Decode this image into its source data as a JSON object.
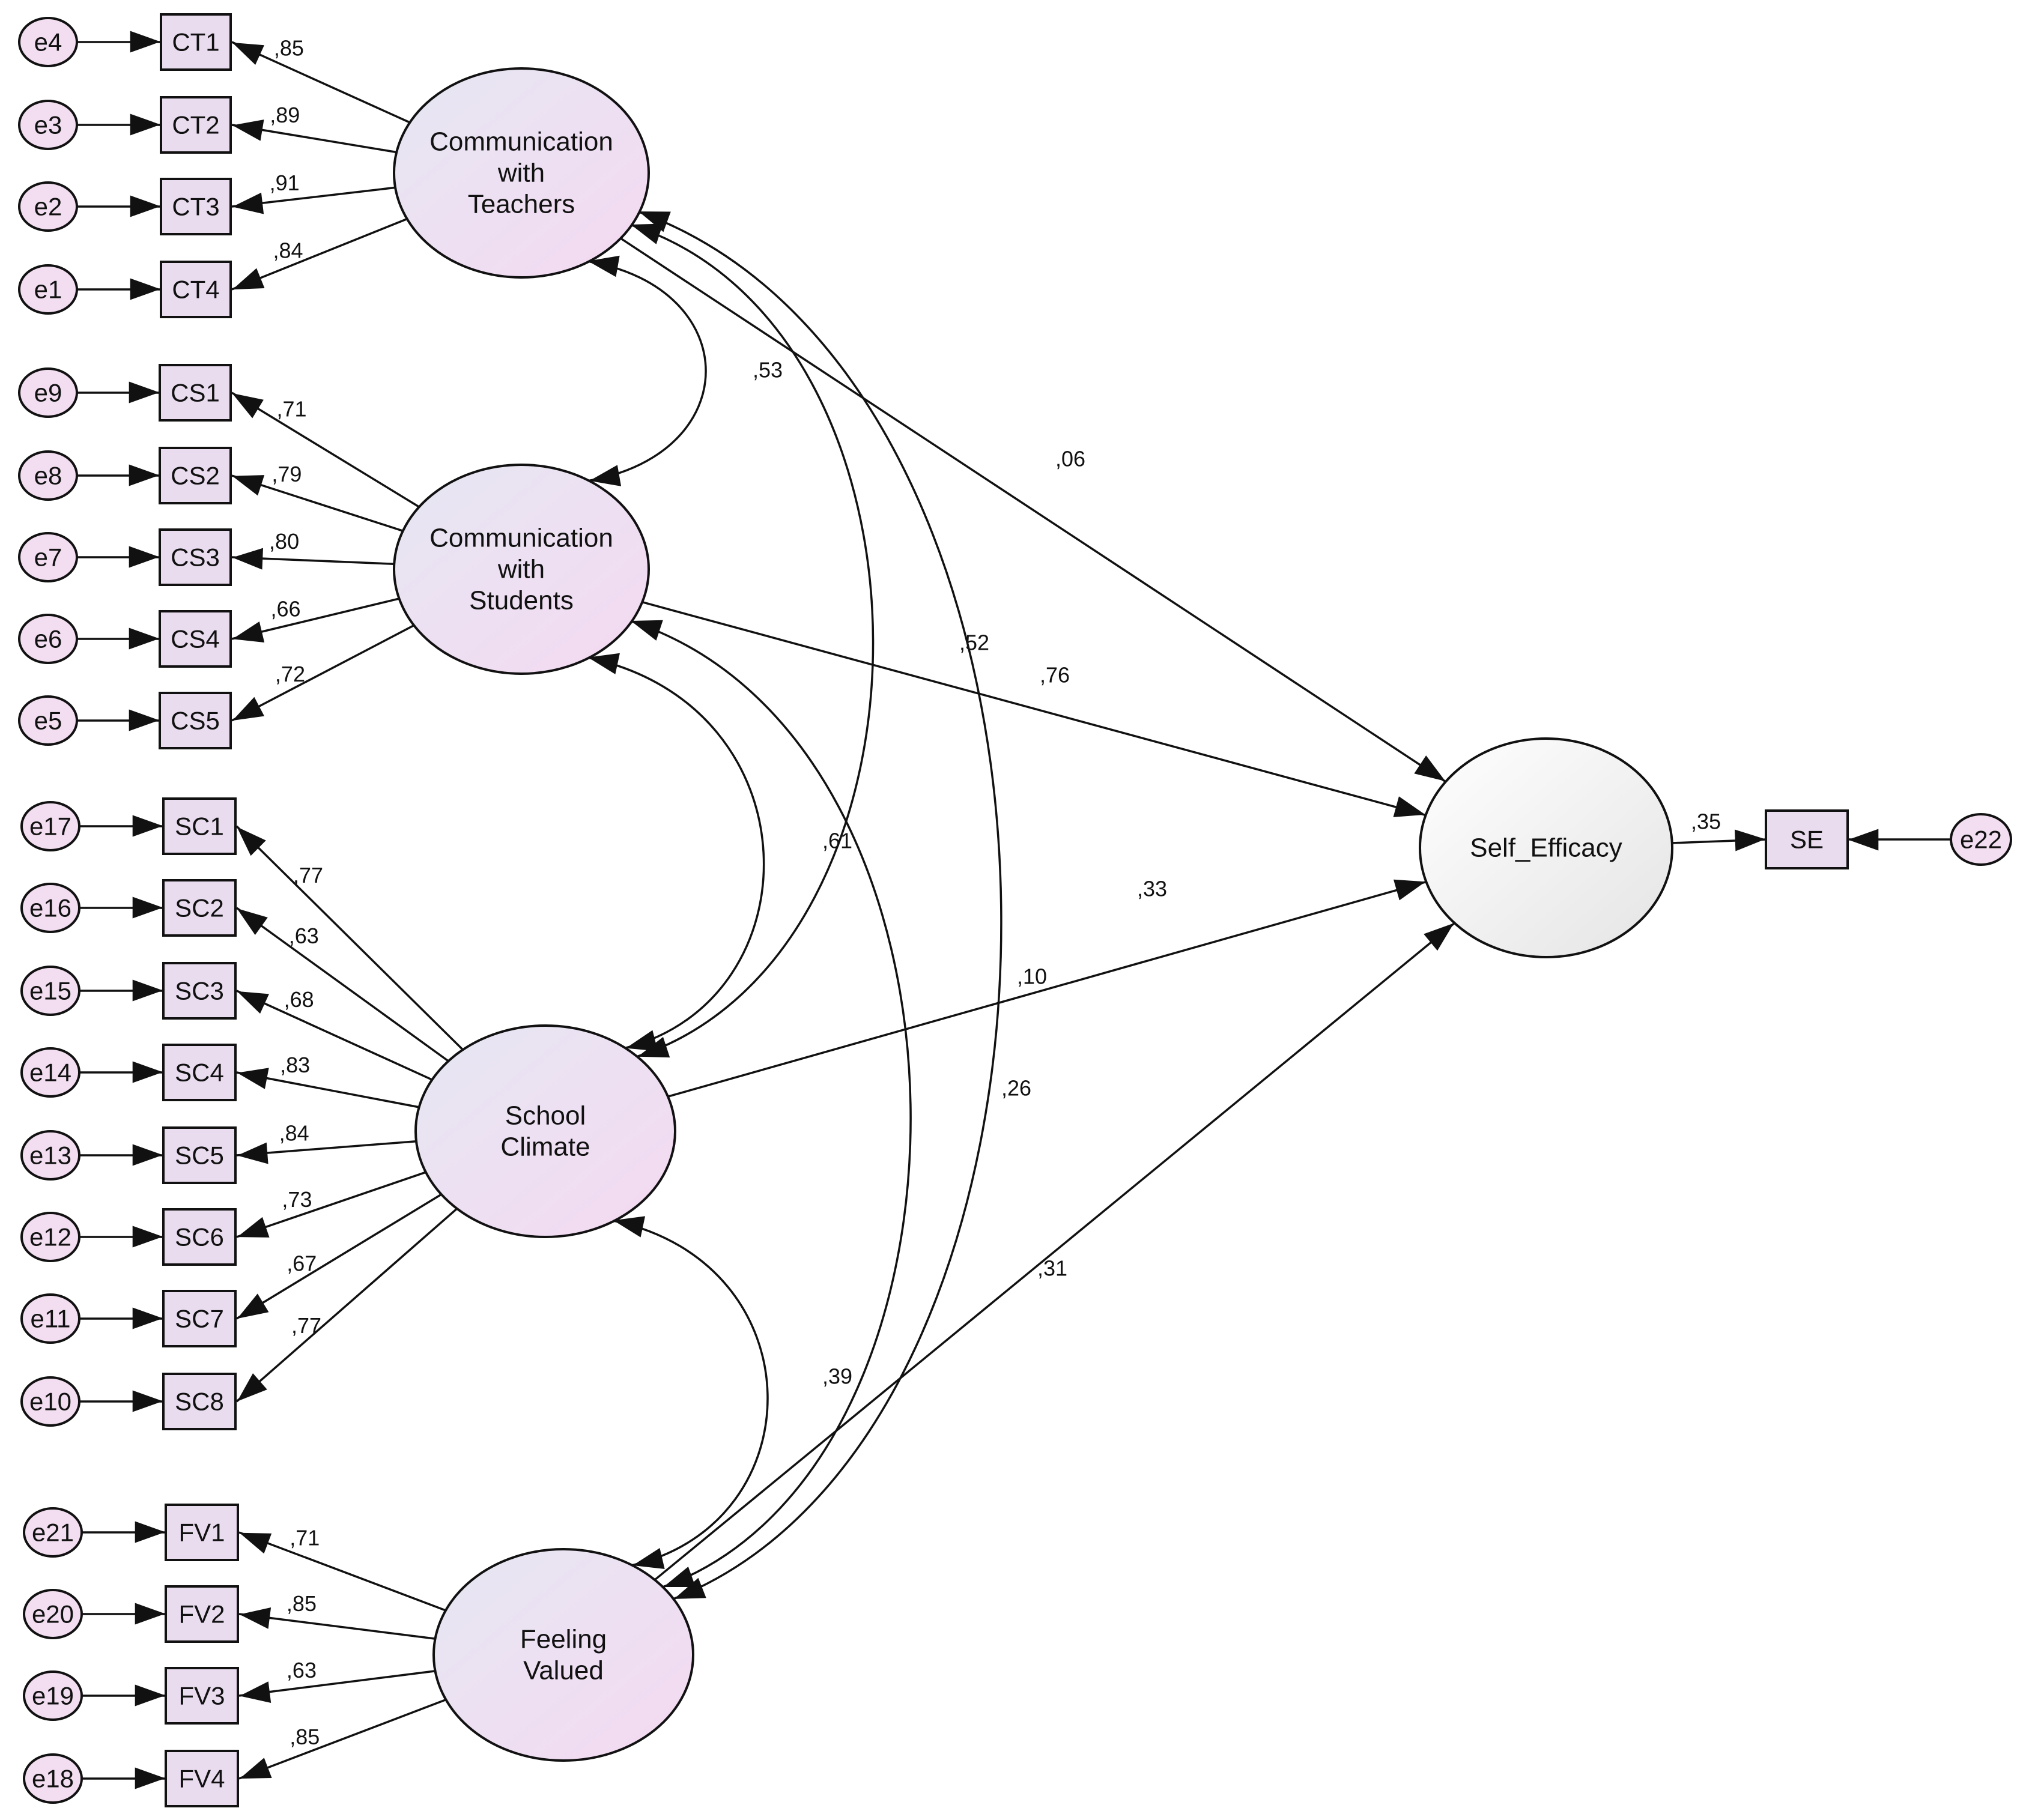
{
  "diagram": {
    "latents": [
      {
        "id": "CT",
        "lines": [
          "Communication",
          "with",
          "Teachers"
        ]
      },
      {
        "id": "CS",
        "lines": [
          "Communication",
          "with",
          "Students"
        ]
      },
      {
        "id": "SC",
        "lines": [
          "School",
          "Climate"
        ]
      },
      {
        "id": "FV",
        "lines": [
          "Feeling",
          "Valued"
        ]
      },
      {
        "id": "SEF",
        "lines": [
          "Self_Efficacy"
        ]
      }
    ],
    "indicators": [
      {
        "name": "CT1",
        "error": "e4",
        "latent": "CT",
        "loading": ",85"
      },
      {
        "name": "CT2",
        "error": "e3",
        "latent": "CT",
        "loading": ",89"
      },
      {
        "name": "CT3",
        "error": "e2",
        "latent": "CT",
        "loading": ",91"
      },
      {
        "name": "CT4",
        "error": "e1",
        "latent": "CT",
        "loading": ",84"
      },
      {
        "name": "CS1",
        "error": "e9",
        "latent": "CS",
        "loading": ",71"
      },
      {
        "name": "CS2",
        "error": "e8",
        "latent": "CS",
        "loading": ",79"
      },
      {
        "name": "CS3",
        "error": "e7",
        "latent": "CS",
        "loading": ",80"
      },
      {
        "name": "CS4",
        "error": "e6",
        "latent": "CS",
        "loading": ",66"
      },
      {
        "name": "CS5",
        "error": "e5",
        "latent": "CS",
        "loading": ",72"
      },
      {
        "name": "SC1",
        "error": "e17",
        "latent": "SC",
        "loading": ",77"
      },
      {
        "name": "SC2",
        "error": "e16",
        "latent": "SC",
        "loading": ",63"
      },
      {
        "name": "SC3",
        "error": "e15",
        "latent": "SC",
        "loading": ",68"
      },
      {
        "name": "SC4",
        "error": "e14",
        "latent": "SC",
        "loading": ",83"
      },
      {
        "name": "SC5",
        "error": "e13",
        "latent": "SC",
        "loading": ",84"
      },
      {
        "name": "SC6",
        "error": "e12",
        "latent": "SC",
        "loading": ",73"
      },
      {
        "name": "SC7",
        "error": "e11",
        "latent": "SC",
        "loading": ",67"
      },
      {
        "name": "SC8",
        "error": "e10",
        "latent": "SC",
        "loading": ",77"
      },
      {
        "name": "FV1",
        "error": "e21",
        "latent": "FV",
        "loading": ",71"
      },
      {
        "name": "FV2",
        "error": "e20",
        "latent": "FV",
        "loading": ",85"
      },
      {
        "name": "FV3",
        "error": "e19",
        "latent": "FV",
        "loading": ",63"
      },
      {
        "name": "FV4",
        "error": "e18",
        "latent": "FV",
        "loading": ",85"
      }
    ],
    "paths": [
      {
        "from": "CT",
        "to": "SEF",
        "coef": ",06"
      },
      {
        "from": "CS",
        "to": "SEF",
        "coef": ",76"
      },
      {
        "from": "SC",
        "to": "SEF",
        "coef": ",10"
      },
      {
        "from": "FV",
        "to": "SEF",
        "coef": ",31"
      }
    ],
    "covariances": [
      {
        "a": "CT",
        "b": "CS",
        "coef": ",53"
      },
      {
        "a": "CT",
        "b": "SC",
        "coef": ",52"
      },
      {
        "a": "CT",
        "b": "FV",
        "coef": ",33"
      },
      {
        "a": "CS",
        "b": "SC",
        "coef": ",61"
      },
      {
        "a": "CS",
        "b": "FV",
        "coef": ",26"
      },
      {
        "a": "SC",
        "b": "FV",
        "coef": ",39"
      }
    ],
    "outcome": {
      "name": "SE",
      "error": "e22",
      "loading": ",35"
    },
    "colors": {
      "latent_fill_start": "#e6e7f3",
      "latent_fill_end": "#f4d9f1",
      "indicator_fill": "#e9dcef",
      "error_fill": "#f2def0",
      "outcome_fill_start": "#ffffff",
      "outcome_fill_end": "#e4e4e4",
      "stroke": "#111111"
    }
  }
}
